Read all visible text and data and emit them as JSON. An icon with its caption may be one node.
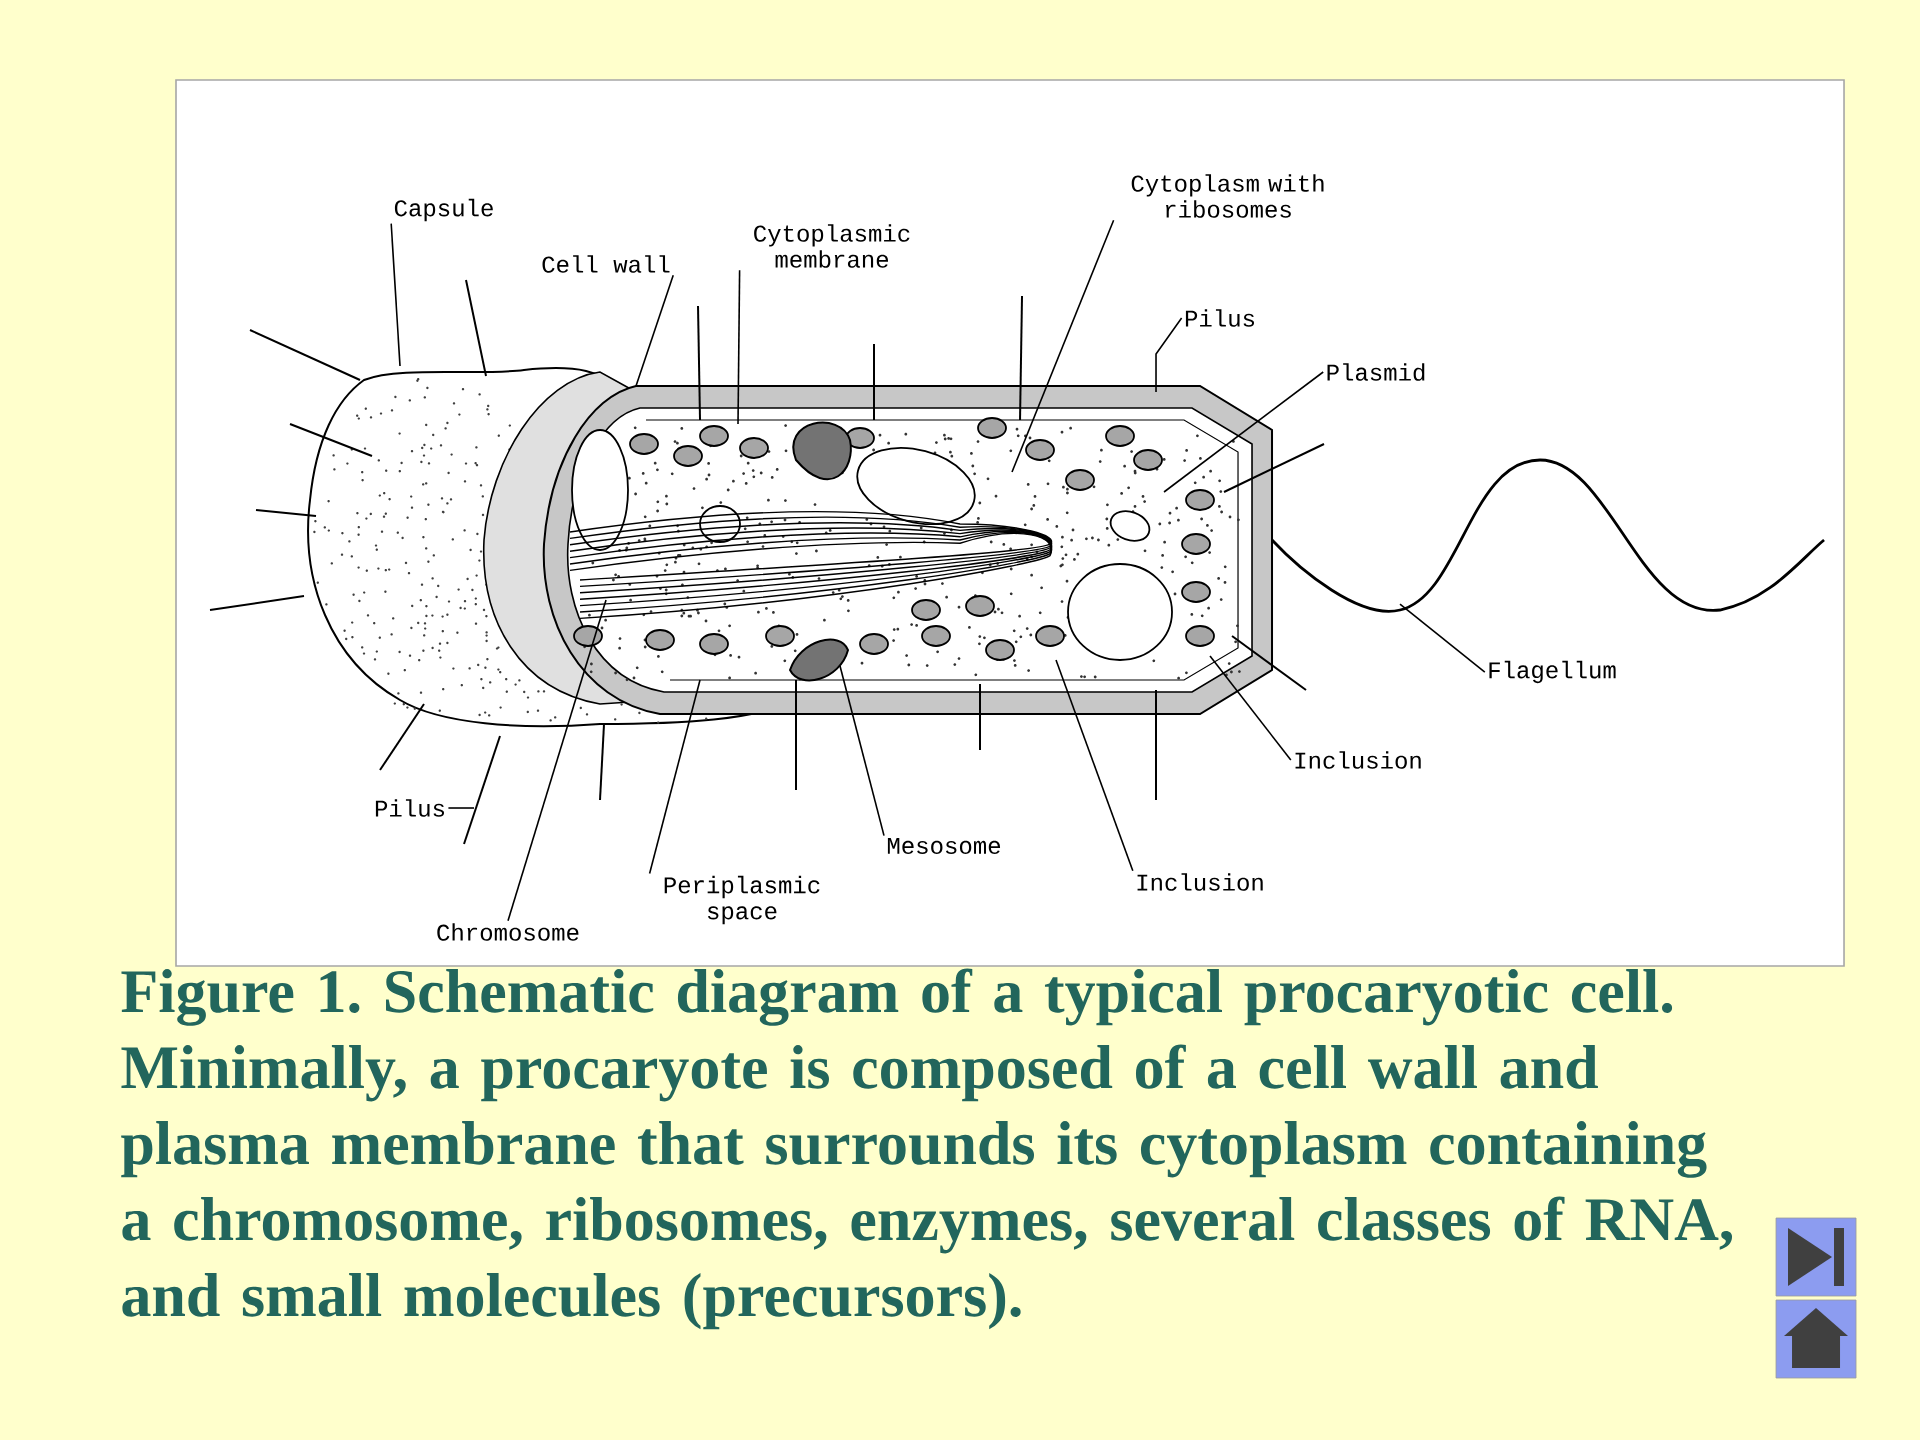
{
  "diagram": {
    "caption": "Figure 1. Schematic diagram of a typical procaryotic cell. Minimally, a procaryote is composed of a cell wall and plasma membrane that surrounds its cytoplasm containing a chromosome, ribosomes, enzymes, several classes of RNA, and small molecules (precursors).",
    "nodes": [
      {
        "text": [
          "Capsule"
        ]
      },
      {
        "text": [
          "Cell wall"
        ]
      },
      {
        "text": [
          "Cytoplasmic membrane"
        ]
      },
      {
        "text": [
          "Cytoplasm with ribosomes"
        ]
      },
      {
        "text": [
          "Pilus"
        ]
      },
      {
        "text": [
          "Plasmid"
        ]
      },
      {
        "text": [
          "Flagellum"
        ]
      },
      {
        "text": [
          "Inclusion"
        ]
      },
      {
        "text": [
          "Inclusion"
        ]
      },
      {
        "text": [
          "Mesosome"
        ]
      },
      {
        "text": [
          "Periplasmic space"
        ]
      },
      {
        "text": [
          "Chromosome"
        ]
      },
      {
        "text": [
          "Pilus"
        ]
      }
    ],
    "edges": [
      {
        "from": 0,
        "to": null,
        "arrow": "none"
      },
      {
        "from": 1,
        "to": null,
        "arrow": "none"
      },
      {
        "from": 2,
        "to": null,
        "arrow": "none"
      },
      {
        "from": 3,
        "to": null,
        "arrow": "none"
      },
      {
        "from": 4,
        "to": null,
        "arrow": "none"
      },
      {
        "from": 5,
        "to": null,
        "arrow": "none"
      },
      {
        "from": 6,
        "to": null,
        "arrow": "none"
      },
      {
        "from": 7,
        "to": null,
        "arrow": "none"
      },
      {
        "from": 8,
        "to": null,
        "arrow": "none"
      },
      {
        "from": 9,
        "to": null,
        "arrow": "none"
      },
      {
        "from": 10,
        "to": null,
        "arrow": "none"
      },
      {
        "from": 11,
        "to": null,
        "arrow": "none"
      },
      {
        "from": 12,
        "to": null,
        "arrow": "none"
      }
    ]
  }
}
